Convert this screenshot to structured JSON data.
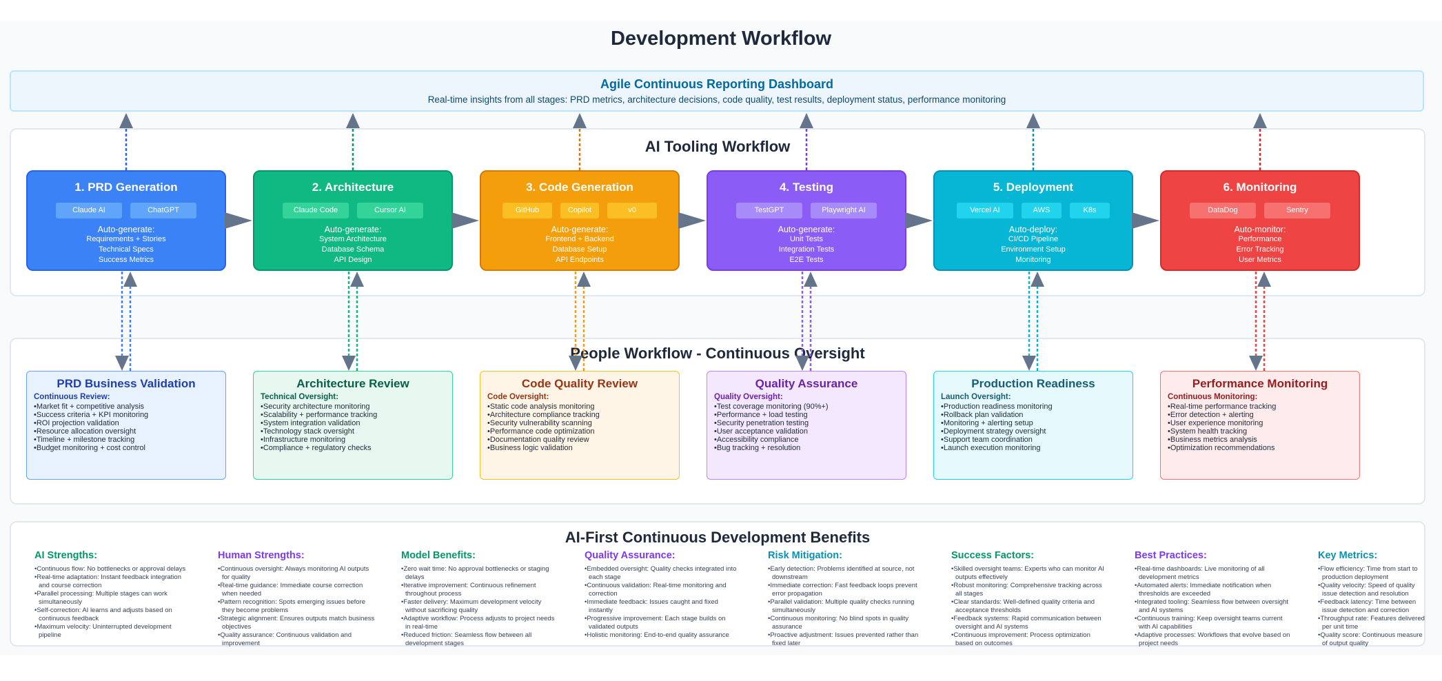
{
  "title": "Development Workflow",
  "dashboard": {
    "title": "Agile Continuous Reporting Dashboard",
    "subtitle": "Real-time insights from all stages: PRD metrics, architecture decisions, code quality, test results, deployment status, performance monitoring"
  },
  "ai_workflow": {
    "title": "AI Tooling Workflow",
    "stages": [
      {
        "title": "1. PRD Generation",
        "tools": [
          "Claude AI",
          "ChatGPT"
        ],
        "auto": "Auto-generate:",
        "items": [
          "Requirements + Stories",
          "Technical Specs",
          "Success Metrics"
        ],
        "color": "#3b82f6",
        "border": "#2563eb",
        "tool_color": "#60a5fa"
      },
      {
        "title": "2. Architecture",
        "tools": [
          "Claude Code",
          "Cursor AI"
        ],
        "auto": "Auto-generate:",
        "items": [
          "System Architecture",
          "Database Schema",
          "API Design"
        ],
        "color": "#10b981",
        "border": "#059669",
        "tool_color": "#34d399"
      },
      {
        "title": "3. Code Generation",
        "tools": [
          "GitHub",
          "Copilot",
          "v0"
        ],
        "auto": "Auto-generate:",
        "items": [
          "Frontend + Backend",
          "Database Setup",
          "API Endpoints"
        ],
        "color": "#f59e0b",
        "border": "#d97706",
        "tool_color": "#fbbf24"
      },
      {
        "title": "4. Testing",
        "tools": [
          "TestGPT",
          "Playwright AI"
        ],
        "auto": "Auto-generate:",
        "items": [
          "Unit Tests",
          "Integration Tests",
          "E2E Tests"
        ],
        "color": "#8b5cf6",
        "border": "#7c3aed",
        "tool_color": "#a78bfa"
      },
      {
        "title": "5. Deployment",
        "tools": [
          "Vercel AI",
          "AWS",
          "K8s"
        ],
        "auto": "Auto-deploy:",
        "items": [
          "CI/CD Pipeline",
          "Environment Setup",
          "Monitoring"
        ],
        "color": "#06b6d4",
        "border": "#0891b2",
        "tool_color": "#22d3ee"
      },
      {
        "title": "6. Monitoring",
        "tools": [
          "DataDog",
          "Sentry"
        ],
        "auto": "Auto-monitor:",
        "items": [
          "Performance",
          "Error Tracking",
          "User Metrics"
        ],
        "color": "#ef4444",
        "border": "#dc2626",
        "tool_color": "#f87171"
      }
    ]
  },
  "people_workflow": {
    "title": "People Workflow - Continuous Oversight",
    "cards": [
      {
        "title": "PRD Business Validation",
        "subtitle": "Continuous Review:",
        "items": [
          "Market fit + competitive analysis",
          "Success criteria + KPI monitoring",
          "ROI projection validation",
          "Resource allocation oversight",
          "Timeline + milestone tracking",
          "Budget monitoring + cost control"
        ],
        "title_color": "#1e40af",
        "bg": "#e8f2fe",
        "border": "#60a5fa"
      },
      {
        "title": "Architecture Review",
        "subtitle": "Technical Oversight:",
        "items": [
          "Security architecture monitoring",
          "Scalability + performance tracking",
          "System integration validation",
          "Technology stack oversight",
          "Infrastructure monitoring",
          "Compliance + regulatory checks"
        ],
        "title_color": "#065f46",
        "bg": "#e6f8f0",
        "border": "#34d399"
      },
      {
        "title": "Code Quality Review",
        "subtitle": "Code Oversight:",
        "items": [
          "Static code analysis monitoring",
          "Architecture compliance tracking",
          "Security vulnerability scanning",
          "Performance code optimization",
          "Documentation quality review",
          "Business logic validation"
        ],
        "title_color": "#9a3412",
        "bg": "#fef5e6",
        "border": "#fbbf24"
      },
      {
        "title": "Quality Assurance",
        "subtitle": "Quality Oversight:",
        "items": [
          "Test coverage monitoring (90%+)",
          "Performance + load testing",
          "Security penetration testing",
          "User acceptance validation",
          "Accessibility compliance",
          "Bug tracking + resolution"
        ],
        "title_color": "#6b21a8",
        "bg": "#f3e8fd",
        "border": "#c084fc"
      },
      {
        "title": "Production Readiness",
        "subtitle": "Launch Oversight:",
        "items": [
          "Production readiness monitoring",
          "Rollback plan validation",
          "Monitoring + alerting setup",
          "Deployment strategy oversight",
          "Support team coordination",
          "Launch execution monitoring"
        ],
        "title_color": "#155e75",
        "bg": "#e6f9fc",
        "border": "#22d3ee"
      },
      {
        "title": "Performance Monitoring",
        "subtitle": "Continuous Monitoring:",
        "items": [
          "Real-time performance tracking",
          "Error detection + alerting",
          "User experience monitoring",
          "System health tracking",
          "Business metrics analysis",
          "Optimization recommendations"
        ],
        "title_color": "#991b1b",
        "bg": "#feecec",
        "border": "#f87171"
      }
    ]
  },
  "benefits": {
    "title": "AI-First Continuous Development Benefits",
    "columns": [
      {
        "title": "AI Strengths:",
        "color": "#059669",
        "items": [
          "Continuous flow: No bottlenecks or approval delays",
          "Real-time adaptation: Instant feedback integration and course correction",
          "Parallel processing: Multiple stages can work simultaneously",
          "Self-correction: AI learns and adjusts based on continuous feedback",
          "Maximum velocity: Uninterrupted development pipeline"
        ]
      },
      {
        "title": "Human Strengths:",
        "color": "#7c3aed",
        "items": [
          "Continuous oversight: Always monitoring AI outputs for quality",
          "Real-time guidance: Immediate course correction when needed",
          "Pattern recognition: Spots emerging issues before they become problems",
          "Strategic alignment: Ensures outputs match business objectives",
          "Quality assurance: Continuous validation and improvement"
        ]
      },
      {
        "title": "Model Benefits:",
        "color": "#059669",
        "items": [
          "Zero wait time: No approval bottlenecks or staging delays",
          "Iterative improvement: Continuous refinement throughout process",
          "Faster delivery: Maximum development velocity without sacrificing quality",
          "Adaptive workflow: Process adjusts to project needs in real-time",
          "Reduced friction: Seamless flow between all development stages"
        ]
      },
      {
        "title": "Quality Assurance:",
        "color": "#7c3aed",
        "items": [
          "Embedded oversight: Quality checks integrated into each stage",
          "Continuous validation: Real-time monitoring and correction",
          "Immediate feedback: Issues caught and fixed instantly",
          "Progressive improvement: Each stage builds on validated outputs",
          "Holistic monitoring: End-to-end quality assurance"
        ]
      },
      {
        "title": "Risk Mitigation:",
        "color": "#0891b2",
        "items": [
          "Early detection: Problems identified at source, not downstream",
          "Immediate correction: Fast feedback loops prevent error propagation",
          "Parallel validation: Multiple quality checks running simultaneously",
          "Continuous monitoring: No blind spots in quality assurance",
          "Proactive adjustment: Issues prevented rather than fixed later"
        ]
      },
      {
        "title": "Success Factors:",
        "color": "#059669",
        "items": [
          "Skilled oversight teams: Experts who can monitor AI outputs effectively",
          "Robust monitoring: Comprehensive tracking across all stages",
          "Clear standards: Well-defined quality criteria and acceptance thresholds",
          "Feedback systems: Rapid communication between oversight and AI systems",
          "Continuous improvement: Process optimization based on outcomes"
        ]
      },
      {
        "title": "Best Practices:",
        "color": "#7c3aed",
        "items": [
          "Real-time dashboards: Live monitoring of all development metrics",
          "Automated alerts: Immediate notification when thresholds are exceeded",
          "Integrated tooling: Seamless flow between oversight and AI systems",
          "Continuous training: Keep oversight teams current with AI capabilities",
          "Adaptive processes: Workflows that evolve based on project needs"
        ]
      },
      {
        "title": "Key Metrics:",
        "color": "#0891b2",
        "items": [
          "Flow efficiency: Time from start to production deployment",
          "Quality velocity: Speed of quality issue detection and resolution",
          "Feedback latency: Time between issue detection and correction",
          "Throughput rate: Features delivered per unit time",
          "Quality score: Continuous measure of output quality"
        ]
      }
    ]
  }
}
